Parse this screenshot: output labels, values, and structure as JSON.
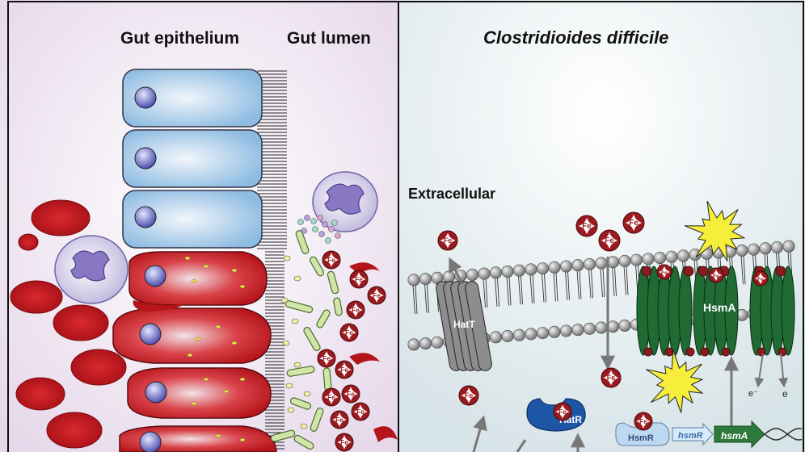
{
  "left_panel": {
    "header_epithelium": "Gut epithelium",
    "header_lumen": "Gut lumen"
  },
  "right_panel": {
    "header_organism": "Clostridioides difficile",
    "label_extracellular": "Extracellular",
    "protein_hatT": "HatT",
    "protein_hsmA": "HsmA",
    "protein_hatR": "HatR",
    "protein_hsmR": "HsmR",
    "gene_hsmR": "hsmR",
    "gene_hsmA": "hsmA",
    "iron_label": "Fe",
    "electron_label_1": "e⁻",
    "electron_label_2": "e"
  },
  "colors": {
    "left_background": "#ece2ef",
    "right_background": "#dfe9ec",
    "epithelial_blue": "#9ec5e6",
    "epithelial_red": "#c81f24",
    "blood_cell": "#b3151b",
    "nucleus": "#4f4fb0",
    "heme": "#9a1a1f",
    "hatT_gray": "#8a8a8a",
    "hsmA_green": "#1f6b33",
    "hatR_blue": "#1e56a6",
    "gene_green": "#2e7a3a",
    "reactive_yellow": "#f6ee3a",
    "bacteria_green": "#cfe6a8"
  },
  "icons": [
    "heme-iron-icon",
    "neutrophil-icon",
    "red-blood-cell-icon",
    "reactive-oxygen-burst-icon",
    "dna-helix-icon"
  ]
}
